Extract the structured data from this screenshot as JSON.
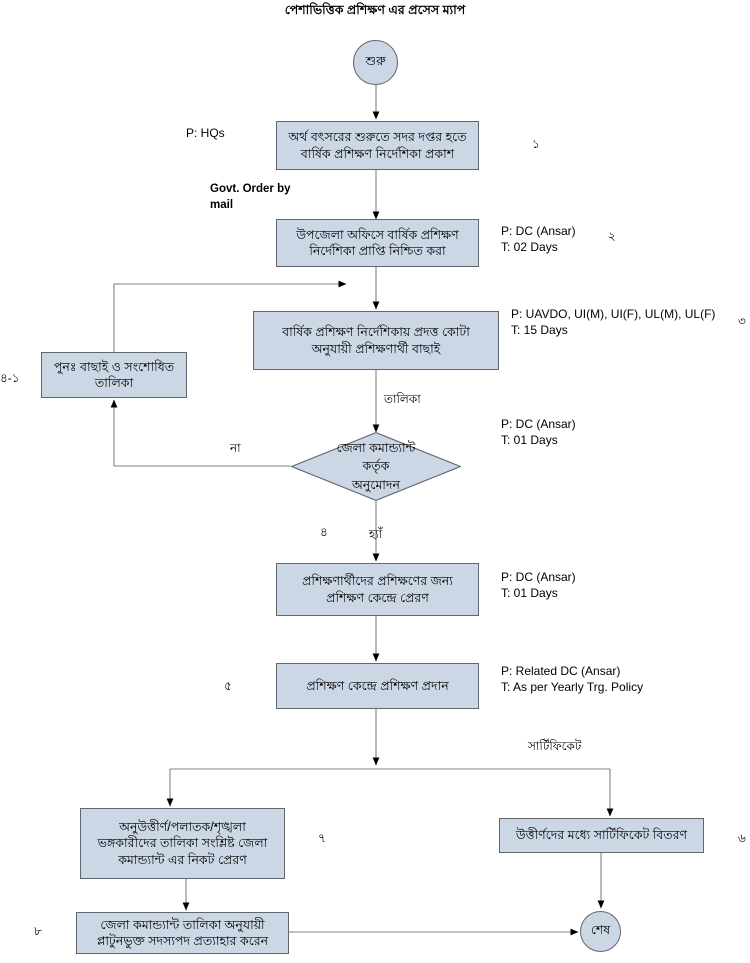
{
  "title": "পেশাভিত্তিক প্রশিক্ষণ এর প্রসেস ম্যাপ",
  "nodes": {
    "start": "শুরু",
    "end": "শেষ",
    "box1": "অর্থ বৎসরের শুরুতে সদর দপ্তর হতে\nবার্ষিক প্রশিক্ষণ নির্দেশিকা প্রকাশ",
    "box2": "উপজেলা অফিসে বার্ষিক প্রশিক্ষণ\nনির্দেশিকা প্রাপ্তি নিশ্চিত করা",
    "box3": "বার্ষিক প্রশিক্ষণ নির্দেশিকায় প্রদত্ত কোটা\nঅনুযায়ী প্রশিক্ষণার্থী বাছাই",
    "rework": "পুনঃ  বাছাই ও সংশোধিত\nতালিকা",
    "decision": "জেলা কমান্ড্যান্ট\nকর্তৃক\nঅনুমোদন",
    "box5": "প্রশিক্ষণার্থীদের প্রশিক্ষণের জন্য\nপ্রশিক্ষণ কেন্দ্রে প্রেরণ",
    "box6": "প্রশিক্ষণ কেন্দ্রে প্রশিক্ষণ প্রদান",
    "box7": "অনুউত্তীর্ণ/পলাতক/শৃঙ্খলা\nভঙ্গকারীদের তালিকা সংশ্লিষ্ট  জেলা\nকমান্ড্যান্ট এর নিকট প্রেরণ",
    "box8": "উত্তীর্ণদের মধ্যে সার্টিফিকেট বিতরণ",
    "box9": "জেলা কমান্ড্যান্ট তালিকা অনুযায়ী\nপ্লাটুনভুক্ত সদস্যপদ প্রত্যাহার করেন"
  },
  "notes": {
    "hqs": "P: HQs",
    "govt_order": "Govt. Order  by\nmail",
    "dc_ansar_2days": "P: DC (Ansar)\nT: 02 Days",
    "uavdo_15days": "P: UAVDO, UI(M), UI(F), UL(M), UL(F)\nT: 15 Days",
    "dc_ansar_1day_a": "P: DC (Ansar)\nT: 01 Days",
    "dc_ansar_1day_b": "P: DC (Ansar)\nT: 01 Days",
    "related_dc": "P: Related DC (Ansar)\nT: As per Yearly Trg. Policy"
  },
  "edge_labels": {
    "talika": "তালিকা",
    "na": "না",
    "hyan": "হ্যাঁ",
    "certificate": "সার্টিফিকেট"
  },
  "step_numbers": {
    "n1": "১",
    "n2": "২",
    "n3": "৩",
    "n4_1": "৪-১",
    "n4": "৪",
    "n5": "৫",
    "n6": "৬",
    "n7": "৭",
    "n8": "৮"
  },
  "colors": {
    "node_fill": "#ccd7e6",
    "node_border": "#62676e",
    "wire": "#808080",
    "arrow": "#000000",
    "text": "#000000",
    "background": "#ffffff"
  }
}
